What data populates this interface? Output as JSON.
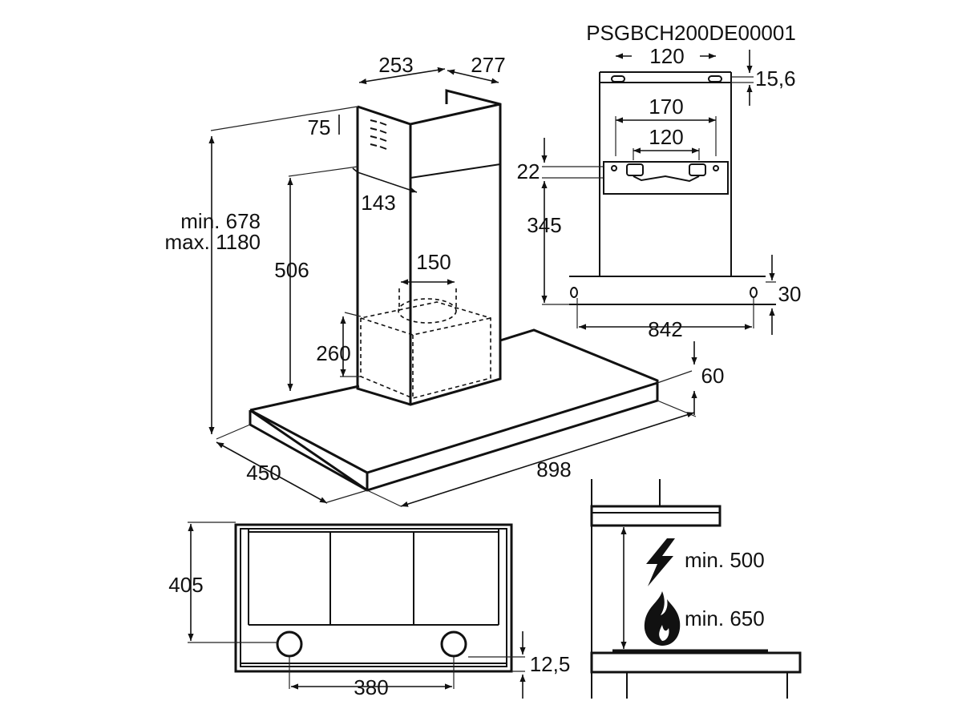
{
  "model_code": "PSGBCH200DE00001",
  "main_view": {
    "chimney_width": "253",
    "chimney_depth": "277",
    "vent_height": "75",
    "vent_offset": "143",
    "height_range": [
      "min. 678",
      "max. 1180"
    ],
    "chimney_lower": "506",
    "duct_diameter": "150",
    "box_height": "260",
    "canopy_thickness": "60",
    "canopy_depth": "450",
    "canopy_width": "898"
  },
  "bracket_view": {
    "top_spacing": "120",
    "top_offset": "15,6",
    "outer_spacing": "170",
    "inner_spacing": "120",
    "bracket_offset": "22",
    "bracket_height": "345",
    "hole_offset": "30",
    "hole_spacing": "842"
  },
  "bottom_view": {
    "depth": "405",
    "filter_spacing": "380",
    "edge_offset": "12,5"
  },
  "clearance_view": {
    "electric_min": "min. 500",
    "gas_min": "min. 650",
    "electric_icon": "lightning-icon",
    "gas_icon": "flame-icon"
  },
  "colors": {
    "line": "#111111",
    "background": "#ffffff"
  }
}
